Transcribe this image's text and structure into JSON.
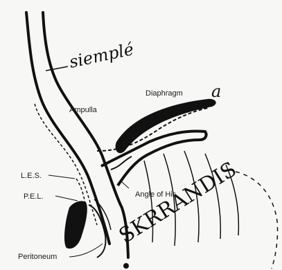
{
  "labels": {
    "ampulla": "Ampulla",
    "diaphragma_printed": "Diaphragm",
    "diaphragma_handwritten": "a",
    "les": "L.E.S.",
    "pel": "P.E.L.",
    "angle_of_his": "Angle of His",
    "peritoneum": "Peritoneum"
  },
  "handwritten": {
    "siemple": "siemplé",
    "skrrandis": "SKRRANDIS"
  },
  "colors": {
    "ink": "#111111",
    "paper": "#f7f7f5"
  }
}
